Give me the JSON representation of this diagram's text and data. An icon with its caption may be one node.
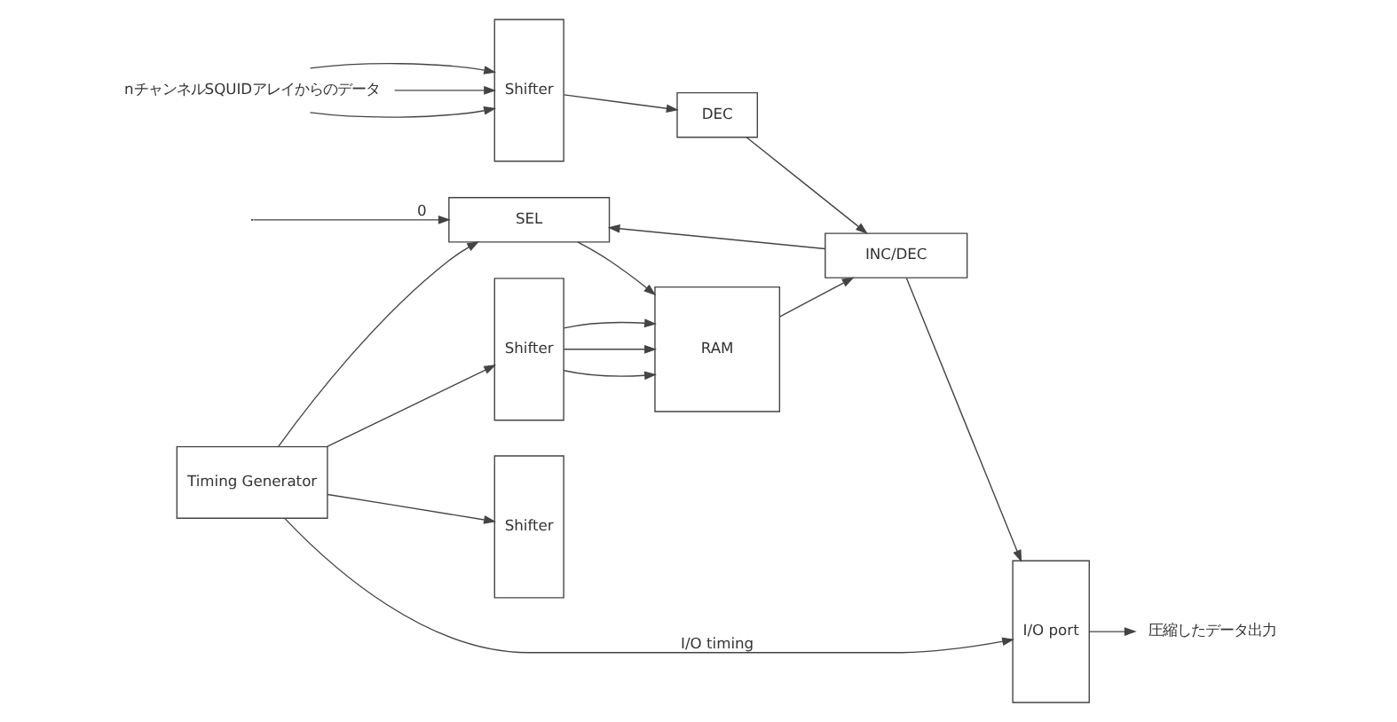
{
  "diagram": {
    "nodes": [
      {
        "text": [
          "Timing Generator"
        ]
      },
      {
        "text": [
          "SEL"
        ]
      },
      {
        "text": [
          "nチャンネルSQUIDアレイからのデータ"
        ]
      },
      {
        "text": [
          "Shifter"
        ]
      },
      {
        "text": [
          "Shifter"
        ]
      },
      {
        "text": [
          "Shifter"
        ]
      },
      {
        "text": [
          "RAM"
        ]
      },
      {
        "text": [
          "DEC"
        ]
      },
      {
        "text": [
          "INC/DEC"
        ]
      },
      {
        "text": [
          "I/O port"
        ]
      },
      {
        "text": [
          "圧縮したデータ出力"
        ]
      }
    ],
    "edges": [
      {
        "from": 0,
        "to": 9,
        "arrow": "to",
        "label": "I/O timing"
      },
      {
        "from": 0,
        "to": 3,
        "arrow": "to"
      },
      {
        "from": 0,
        "to": 5,
        "arrow": "to"
      },
      {
        "from": 0,
        "to": 1,
        "arrow": "to"
      },
      {
        "from": null,
        "to": 1,
        "arrow": "to",
        "label": "0"
      },
      {
        "from": 8,
        "to": 1,
        "arrow": "to"
      },
      {
        "from": 2,
        "to": 4,
        "arrow": "to"
      },
      {
        "from": 2,
        "to": 4,
        "arrow": "to"
      },
      {
        "from": 2,
        "to": 4,
        "arrow": "to"
      },
      {
        "from": 5,
        "to": 6,
        "arrow": "to"
      },
      {
        "from": 5,
        "to": 6,
        "arrow": "to"
      },
      {
        "from": 5,
        "to": 6,
        "arrow": "to"
      },
      {
        "from": 1,
        "to": 6,
        "arrow": "to"
      },
      {
        "from": 6,
        "to": 8,
        "arrow": "to"
      },
      {
        "from": 4,
        "to": 7,
        "arrow": "to"
      },
      {
        "from": 7,
        "to": 8,
        "arrow": "to"
      },
      {
        "from": 8,
        "to": 9,
        "arrow": "to"
      },
      {
        "from": 9,
        "to": 10,
        "arrow": "to"
      }
    ]
  }
}
